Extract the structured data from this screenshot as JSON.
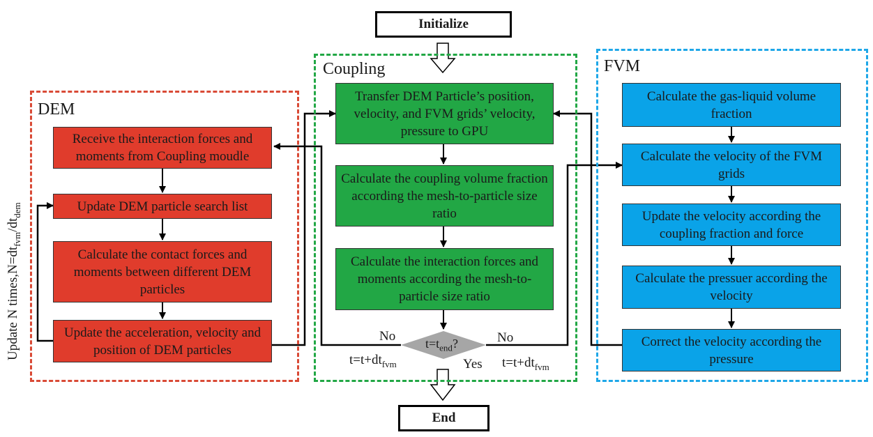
{
  "initialize": "Initialize",
  "end": "End",
  "dem": {
    "title": "DEM",
    "boxes": [
      "Receive the interaction forces and moments from Coupling moudle",
      "Update DEM particle search list",
      "Calculate the contact forces and moments between different DEM particles",
      "Update the acceleration, velocity and position of DEM particles"
    ],
    "loop_label": {
      "main": "Update N times,N=dt",
      "sub1": "fvm",
      "mid": "/dt",
      "sub2": "dem"
    }
  },
  "coupling": {
    "title": "Coupling",
    "boxes": [
      "Transfer DEM Particle’s position, velocity, and FVM grids’ velocity, pressure to GPU",
      "Calculate the coupling volume fraction according the mesh-to-particle size ratio",
      "Calculate the interaction forces and moments according the mesh-to-particle size ratio"
    ],
    "decision": {
      "main": "t=t",
      "sub": "end",
      "tail": "?"
    },
    "no_left": "No",
    "no_right": "No",
    "yes": "Yes",
    "step_left": {
      "main": "t=t+dt",
      "sub": "fvm"
    },
    "step_right": {
      "main": "t=t+dt",
      "sub": "fvm"
    }
  },
  "fvm": {
    "title": "FVM",
    "boxes": [
      "Calculate the gas-liquid volume fraction",
      "Calculate the velocity of the FVM grids",
      "Update the velocity according the coupling fraction and force",
      "Calculate the pressuer according the velocity",
      "Correct the velocity according the pressure"
    ]
  },
  "colors": {
    "dem_frame": "#d94a36",
    "dem_box": "#e03c2c",
    "coupling_frame": "#22a745",
    "coupling_box": "#22a745",
    "fvm_frame": "#1ea7e8",
    "fvm_box": "#0aa3e8"
  }
}
